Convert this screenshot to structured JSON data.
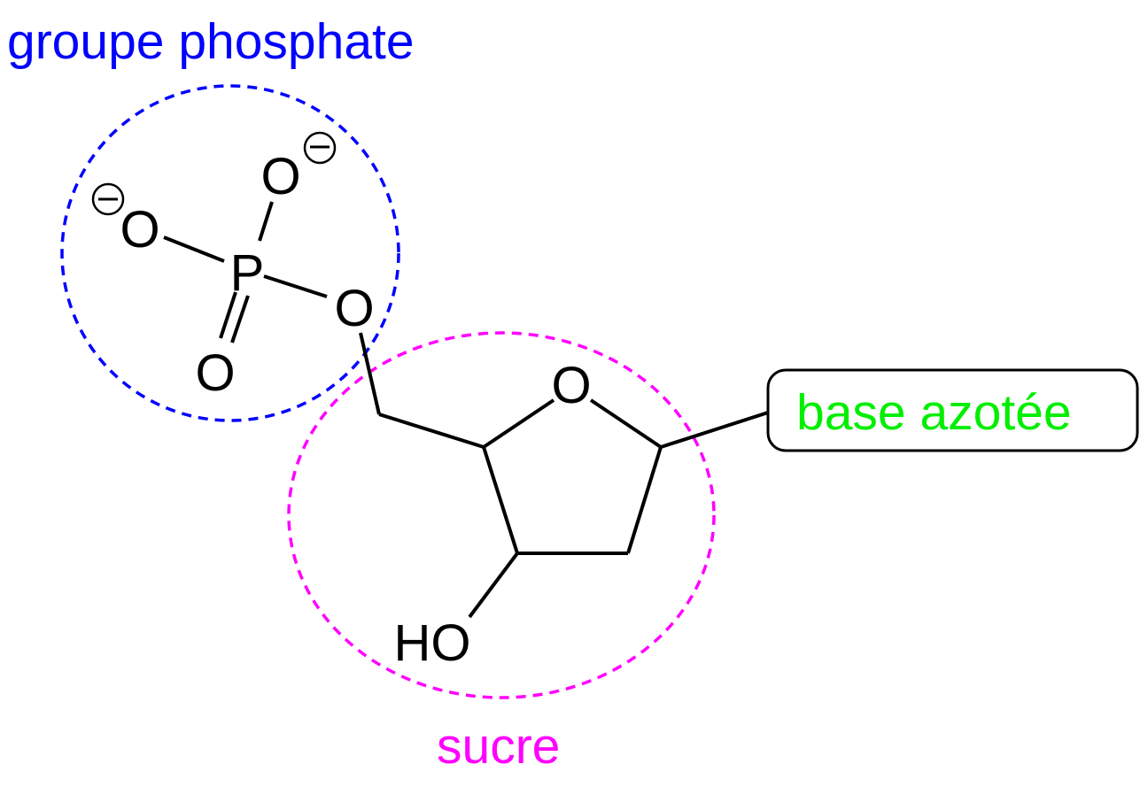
{
  "labels": {
    "phosphate_group": "groupe phosphate",
    "sugar": "sucre",
    "base": "base azotée"
  },
  "atoms": {
    "o_left": "O",
    "o_top": "O",
    "phosphorus": "P",
    "o_right": "O",
    "o_double": "O",
    "o_ring": "O",
    "hydroxyl": "HO"
  },
  "colors": {
    "phosphate": "#0000ff",
    "sugar": "#ff00ff",
    "base": "#00ee00",
    "bonds": "#000000"
  }
}
